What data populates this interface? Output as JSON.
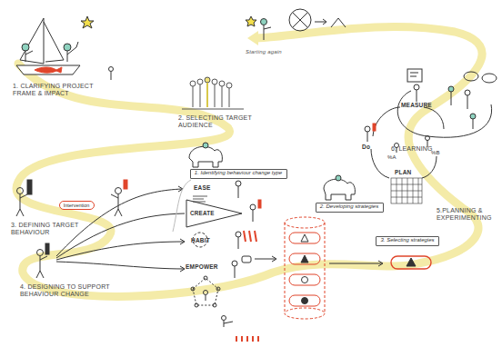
{
  "diagram": {
    "nodes": [
      {
        "text": [
          "Intervention"
        ]
      },
      {
        "text": [
          "1. Identifying behaviour change type"
        ]
      },
      {
        "text": [
          "2. Developing strategies"
        ]
      },
      {
        "text": [
          "3. Selecting strategies"
        ]
      }
    ],
    "labels": [
      "1. CLARIFYING PROJECT FRAME & IMPACT",
      "2. SELECTING TARGET AUDIENCE",
      "3. DEFINING TARGET BEHAVIOUR",
      "4. DESIGNING TO SUPPORT BEHAVIOUR CHANGE",
      "EASE",
      "CREATE",
      "HABIT",
      "EMPOWER",
      "MEASURE",
      "Do",
      "%A",
      "%B",
      "PLAN",
      "5.PLANNING & EXPERIMENTING",
      "6. LEARNING",
      "Starting again"
    ]
  }
}
